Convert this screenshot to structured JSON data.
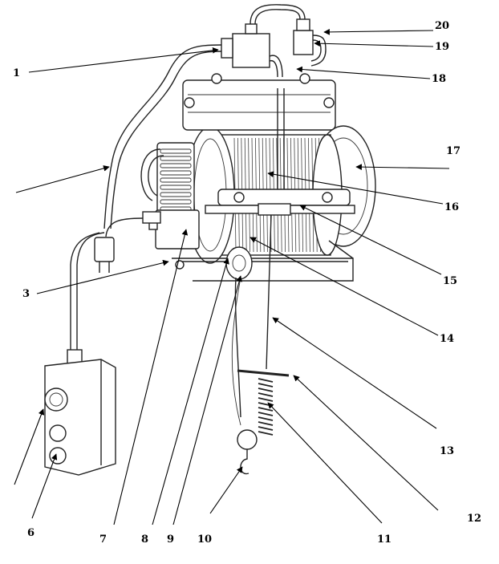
{
  "labels": [
    {
      "id": "1",
      "text": "1"
    },
    {
      "id": "3",
      "text": "3"
    },
    {
      "id": "6",
      "text": "6"
    },
    {
      "id": "7",
      "text": "7"
    },
    {
      "id": "8",
      "text": "8"
    },
    {
      "id": "9",
      "text": "9"
    },
    {
      "id": "10",
      "text": "10"
    },
    {
      "id": "11",
      "text": "11"
    },
    {
      "id": "12",
      "text": "12"
    },
    {
      "id": "13",
      "text": "13"
    },
    {
      "id": "14",
      "text": "14"
    },
    {
      "id": "15",
      "text": "15"
    },
    {
      "id": "16",
      "text": "16"
    },
    {
      "id": "17",
      "text": "17"
    },
    {
      "id": "18",
      "text": "18"
    },
    {
      "id": "19",
      "text": "19"
    },
    {
      "id": "20",
      "text": "20"
    }
  ]
}
